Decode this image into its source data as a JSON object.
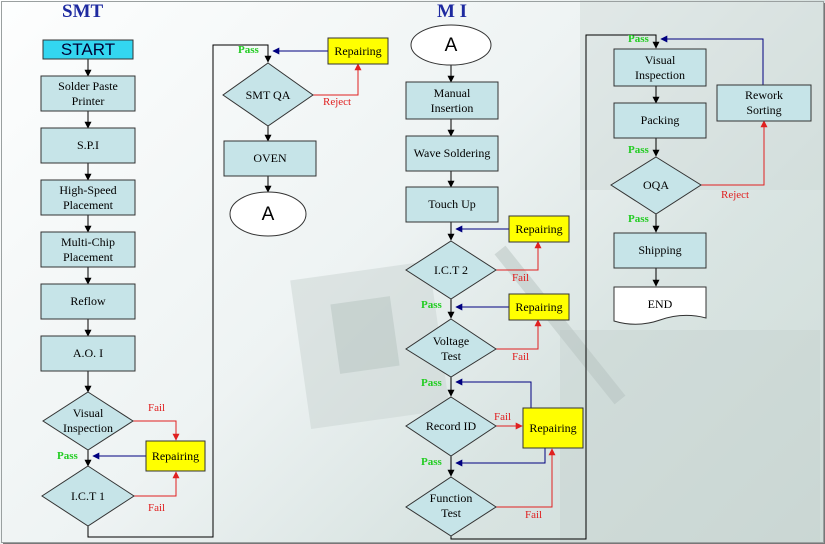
{
  "headings": {
    "smt": "SMT",
    "mi": "M I"
  },
  "steps": {
    "start": "START",
    "solder_paste_printer": "Solder Paste\nPrinter",
    "spi": "S.P.I",
    "high_speed_placement": "High-Speed\nPlacement",
    "multi_chip_placement": "Multi-Chip\nPlacement",
    "reflow": "Reflow",
    "aoi": "A.O. I",
    "visual_inspection_smt": "Visual\nInspection",
    "ict1": "I.C.T 1",
    "smt_qa": "SMT QA",
    "oven": "OVEN",
    "connector_a": "A",
    "manual_insertion": "Manual\nInsertion",
    "wave_soldering": "Wave Soldering",
    "touch_up": "Touch Up",
    "ict2": "I.C.T 2",
    "voltage_test": "Voltage\nTest",
    "record_id": "Record ID",
    "function_test": "Function\nTest",
    "visual_inspection_final": "Visual\nInspection",
    "packing": "Packing",
    "oqa": "OQA",
    "shipping": "Shipping",
    "end": "END",
    "rework_sorting": "Rework\nSorting",
    "repairing": "Repairing"
  },
  "edge_labels": {
    "pass": "Pass",
    "fail": "Fail",
    "reject": "Reject"
  },
  "colors": {
    "process_fill": "#c6e4e8",
    "decision_fill": "#c6e4e8",
    "repair_fill": "#ffff00",
    "start_fill": "#33d6f0",
    "heading": "#1e2aa0",
    "pass": "#22cc22",
    "fail": "#e02020",
    "main_arrow": "#000000",
    "pass_arrow": "#000080",
    "fail_arrow": "#e02020"
  }
}
